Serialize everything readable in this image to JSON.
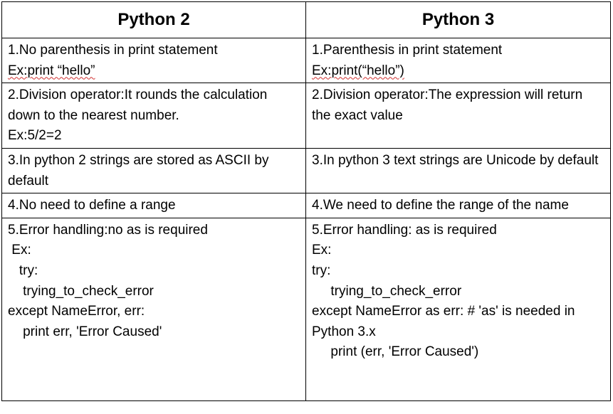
{
  "headers": {
    "col1": "Python 2",
    "col2": "Python 3"
  },
  "rows": [
    {
      "left": {
        "l1": "1.No parenthesis in print statement",
        "l2": "Ex:print “hello”"
      },
      "right": {
        "l1": "1.Parenthesis in print statement",
        "l2": "Ex:print(“hello”)"
      }
    },
    {
      "left": {
        "text": "2.Division operator:It rounds the calculation down to the nearest number.",
        "l2": "Ex:5/2=2"
      },
      "right": {
        "text": "2.Division operator:The expression will return the exact value"
      }
    },
    {
      "left": {
        "text": "3.In python 2 strings are stored as ASCII by default"
      },
      "right": {
        "text": "3.In python 3 text strings are Unicode by default"
      }
    },
    {
      "left": {
        "text": "4.No need to define a range"
      },
      "right": {
        "text": "4.We need to define the range of the name"
      }
    },
    {
      "left": {
        "l1": "5.Error handling:no as is required",
        "l2": " Ex:",
        "l3": "   try:",
        "l4": "    trying_to_check_error",
        "l5": "except NameError, err:",
        "l6": "    print err, 'Error Caused'"
      },
      "right": {
        "l1": "5.Error handling: as is required",
        "l2": "Ex:",
        "l3": "try:",
        "l4": "     trying_to_check_error",
        "l5": "except NameError as err: # 'as' is needed in Python 3.x",
        "l6": "     print (err, 'Error Caused')"
      }
    }
  ]
}
